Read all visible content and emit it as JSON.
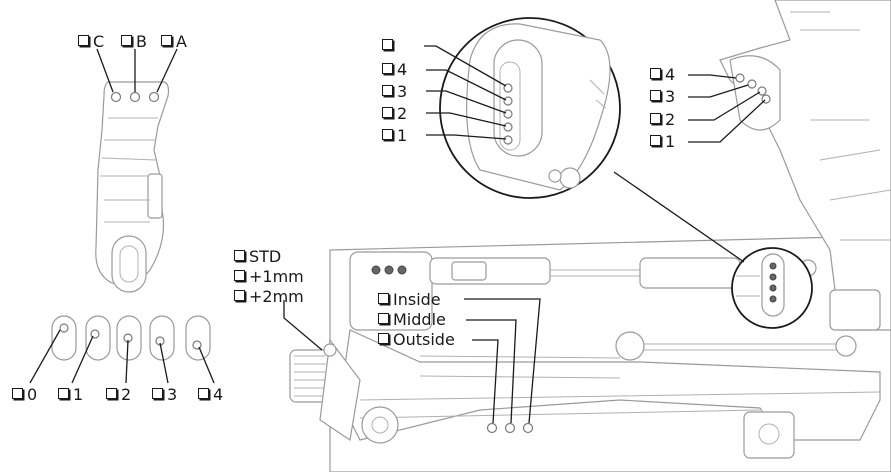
{
  "arm_holes": {
    "labels": [
      "C",
      "B",
      "A"
    ]
  },
  "slot_positions": {
    "labels": [
      "0",
      "1",
      "2",
      "3",
      "4"
    ]
  },
  "height_options": {
    "labels": [
      "STD",
      "+1mm",
      "+2mm"
    ]
  },
  "mount_positions": {
    "labels": [
      "Inside",
      "Middle",
      "Outside"
    ]
  },
  "zoom_holes": {
    "labels": [
      "",
      "4",
      "3",
      "2",
      "1"
    ]
  },
  "side_holes": {
    "labels": [
      "4",
      "3",
      "2",
      "1"
    ]
  },
  "colors": {
    "line": "#1a1a1a",
    "outline": "#9a9a9a"
  }
}
